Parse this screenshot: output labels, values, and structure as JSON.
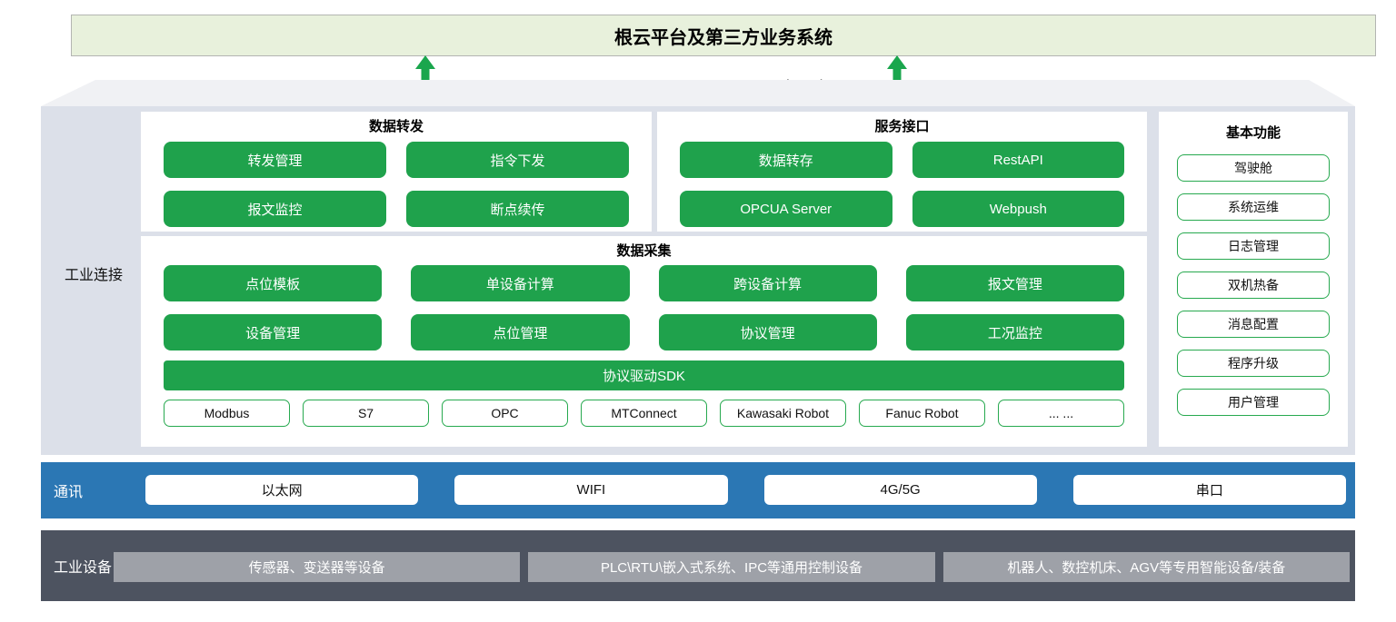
{
  "colors": {
    "button_green": "#1fa24c",
    "outline_green": "#27a94f",
    "banner_green_bg": "#e8f1dc",
    "platform_gray": "#dce0e9",
    "comm_blue": "#2b77b4",
    "device_dark": "#4d5360",
    "device_gray_box": "#9ea1a8"
  },
  "top_banner": {
    "title": "根云平台及第三方业务系统"
  },
  "protocol_line": {
    "text": "MQTT , OPCUA Server， RestAPI、Webpush"
  },
  "industrial_connection": {
    "label": "工业连接",
    "data_forwarding": {
      "title": "数据转发",
      "buttons": [
        "转发管理",
        "指令下发",
        "报文监控",
        "断点续传"
      ]
    },
    "service_interface": {
      "title": "服务接口",
      "buttons": [
        "数据转存",
        "RestAPI",
        "OPCUA Server",
        "Webpush"
      ]
    },
    "data_collection": {
      "title": "数据采集",
      "buttons": [
        "点位模板",
        "单设备计算",
        "跨设备计算",
        "报文管理",
        "设备管理",
        "点位管理",
        "协议管理",
        "工况监控"
      ],
      "sdk_bar": "协议驱动SDK",
      "protocols": [
        "Modbus",
        "S7",
        "OPC",
        "MTConnect",
        "Kawasaki Robot",
        "Fanuc Robot",
        "... ..."
      ]
    },
    "basic_functions": {
      "title": "基本功能",
      "items": [
        "驾驶舱",
        "系统运维",
        "日志管理",
        "双机热备",
        "消息配置",
        "程序升级",
        "用户管理"
      ]
    }
  },
  "communication": {
    "label": "通讯",
    "items": [
      "以太网",
      "WIFI",
      "4G/5G",
      "串口"
    ]
  },
  "industrial_devices": {
    "label": "工业设备",
    "items": [
      "传感器、变送器等设备",
      "PLC\\RTU\\嵌入式系统、IPC等通用控制设备",
      "机器人、数控机床、AGV等专用智能设备/装备"
    ]
  }
}
